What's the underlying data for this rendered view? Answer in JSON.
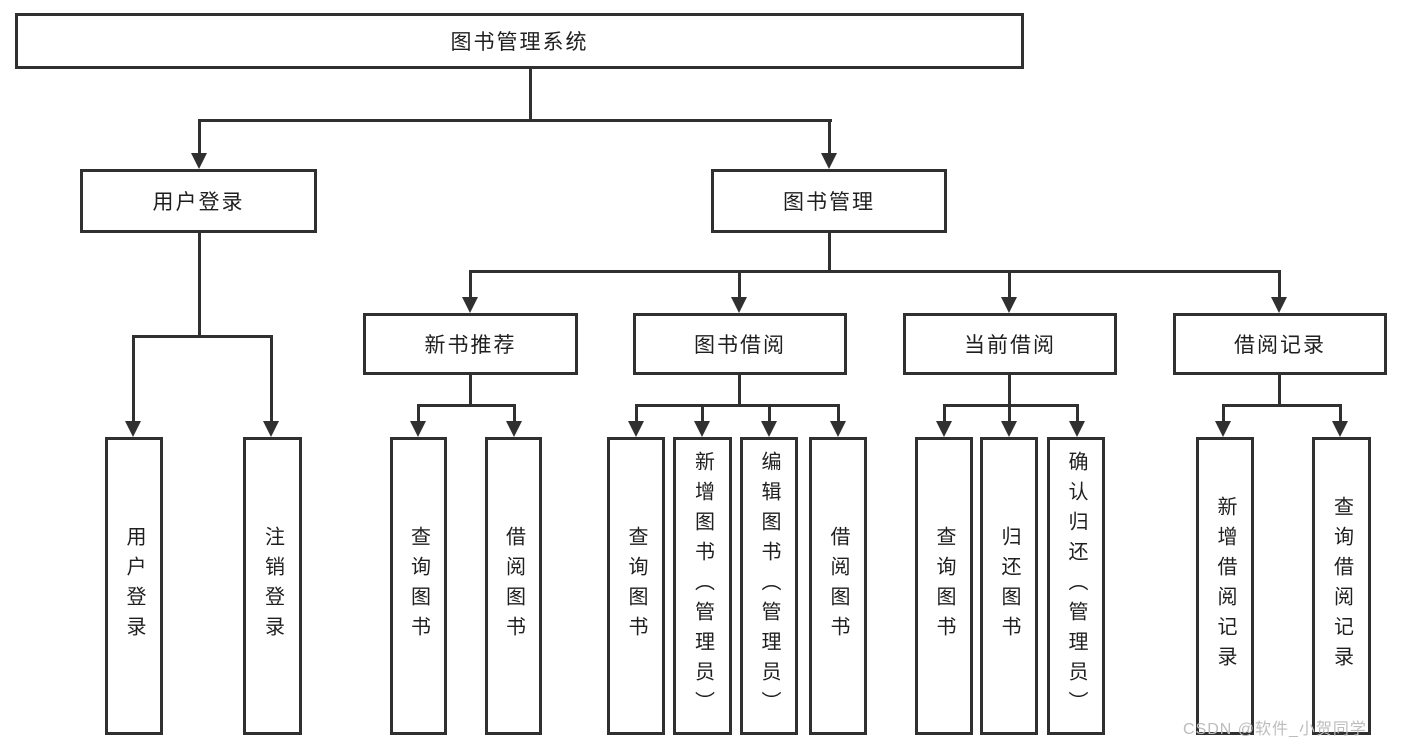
{
  "tree": {
    "root": {
      "label": "图书管理系统"
    },
    "level2": [
      {
        "label": "用户登录"
      },
      {
        "label": "图书管理"
      }
    ],
    "level3": [
      {
        "label": "新书推荐"
      },
      {
        "label": "图书借阅"
      },
      {
        "label": "当前借阅"
      },
      {
        "label": "借阅记录"
      }
    ],
    "leaves": {
      "user_login": [
        {
          "label": "用户登录"
        },
        {
          "label": "注销登录"
        }
      ],
      "new_book": [
        {
          "label": "查询图书"
        },
        {
          "label": "借阅图书"
        }
      ],
      "book_borrow": [
        {
          "label": "查询图书"
        },
        {
          "label": "新增图书（管理员）"
        },
        {
          "label": "编辑图书（管理员）"
        },
        {
          "label": "借阅图书"
        }
      ],
      "current_borrow": [
        {
          "label": "查询图书"
        },
        {
          "label": "归还图书"
        },
        {
          "label": "确认归还（管理员）"
        }
      ],
      "borrow_record": [
        {
          "label": "新增借阅记录"
        },
        {
          "label": "查询借阅记录"
        }
      ]
    }
  },
  "watermark": {
    "text": "CSDN @软件_小贺同学"
  },
  "colors": {
    "line": "#303030",
    "text": "#1f1f1f",
    "watermark": "#bdbdbd",
    "background": "#ffffff"
  }
}
